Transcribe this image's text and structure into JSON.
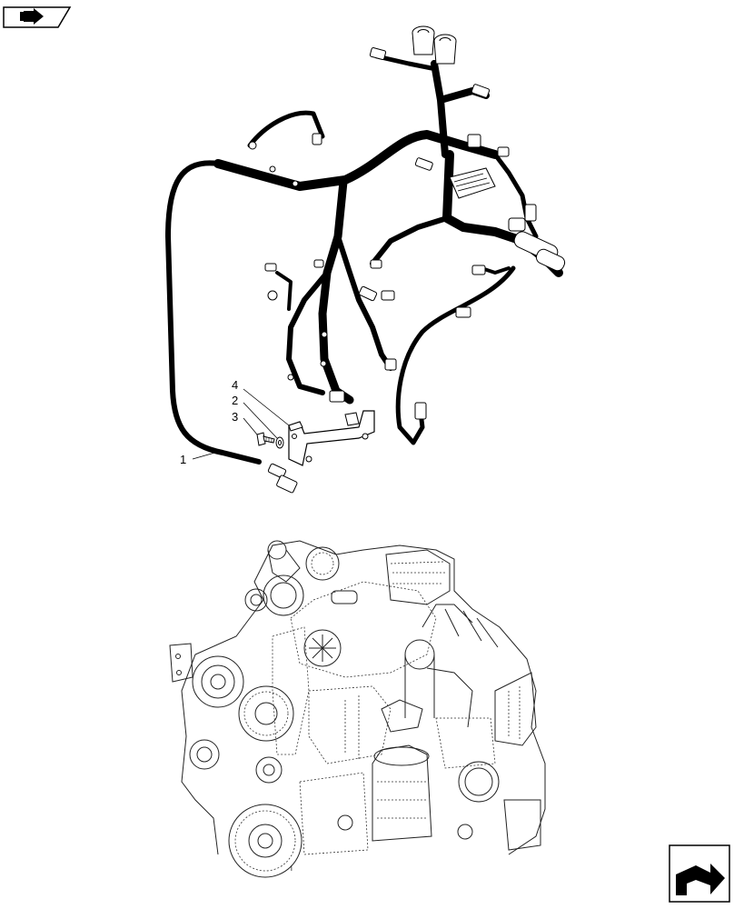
{
  "callouts": [
    {
      "id": "1",
      "text": "1"
    },
    {
      "id": "2",
      "text": "2"
    },
    {
      "id": "3",
      "text": "3"
    },
    {
      "id": "4",
      "text": "4"
    }
  ],
  "footnote": "i",
  "icons": {
    "top_left": "book-arrow-icon",
    "bottom_right": "next-page-arrow-icon"
  }
}
